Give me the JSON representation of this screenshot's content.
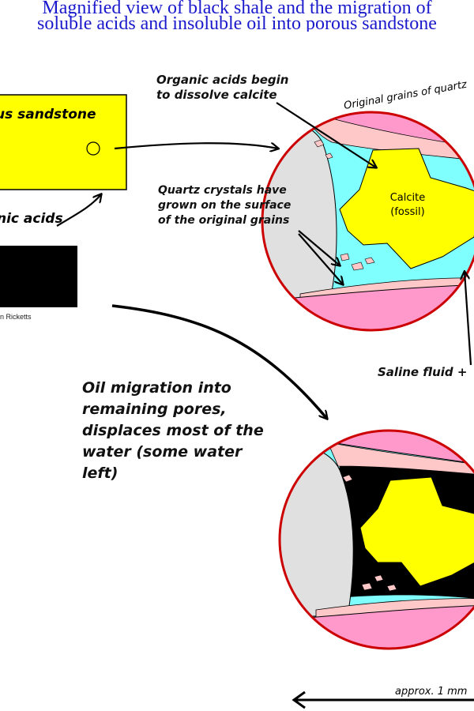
{
  "title": {
    "line1": "Magnified view of black shale and the migration of",
    "line2": "soluble acids and insoluble oil into porous sandstone"
  },
  "labels": {
    "sandstone": "us sandstone",
    "organic_acids_left": "nic acids",
    "credit": "n Ricketts",
    "acids_begin_1": "Organic acids begin",
    "acids_begin_2": "to dissolve calcite",
    "original_grains": "Original grains of quartz",
    "quartz_1": "Quartz crystals have",
    "quartz_2": "grown on the surface",
    "quartz_3": "of the original grains",
    "calcite_1": "Calcite",
    "calcite_2": "(fossil)",
    "saline": "Saline fluid +",
    "oil_1": "Oil migration into",
    "oil_2": "remaining pores,",
    "oil_3": "displaces most of the",
    "oil_4": "water (some water",
    "oil_5": "left)",
    "scale": "approx. 1 mm"
  },
  "colors": {
    "title": "#1a1acc",
    "sandstone": "#ffff00",
    "quartz_grain": "#ff99cc",
    "overgrowth": "#ffc8c8",
    "pore_water": "#80ffff",
    "calcite": "#ffff00",
    "oil": "#000000",
    "grey_grain": "#e0e0e0",
    "circle_border": "#cc0000"
  }
}
